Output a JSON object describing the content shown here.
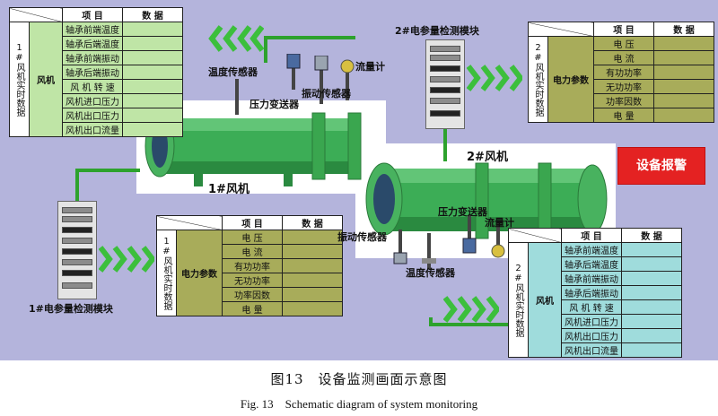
{
  "fan1": {
    "realtime_table": {
      "title": "1#风机实时数据",
      "header": [
        "项 目",
        "数 据"
      ],
      "group": "风机",
      "items": [
        "轴承前端温度",
        "轴承后端温度",
        "轴承前端振动",
        "轴承后端振动",
        "风 机 转 速",
        "风机进口压力",
        "风机出口压力",
        "风机出口流量"
      ]
    },
    "elec_table": {
      "title": "1#风机实时数据",
      "header": [
        "项 目",
        "数 据"
      ],
      "group": "电力参数",
      "items": [
        "电 压",
        "电 流",
        "有功功率",
        "无功功率",
        "功率因数",
        "电 量"
      ]
    },
    "fan_label": "1#风机",
    "module_label": "1#电参量检测模块",
    "sensors": {
      "temp": "温度传感器",
      "pressure": "压力变送器",
      "vibration": "振动传感器",
      "flow": "流量计"
    }
  },
  "fan2": {
    "realtime_table": {
      "title": "2#风机实时数据",
      "header": [
        "项 目",
        "数 据"
      ],
      "group": "风机",
      "items": [
        "轴承前端温度",
        "轴承后端温度",
        "轴承前端振动",
        "轴承后端振动",
        "风 机 转 速",
        "风机进口压力",
        "风机出口压力",
        "风机出口流量"
      ]
    },
    "elec_table": {
      "title": "2#风机实时数据",
      "header": [
        "项 目",
        "数 据"
      ],
      "group": "电力参数",
      "items": [
        "电 压",
        "电 流",
        "有功功率",
        "无功功率",
        "功率因数",
        "电 量"
      ]
    },
    "fan_label": "2#风机",
    "module_label": "2#电参量检测模块",
    "sensors": {
      "temp": "温度传感器",
      "pressure": "压力变送器",
      "vibration": "振动传感器",
      "flow": "流量计"
    }
  },
  "alarm_button": "设备报警",
  "caption": {
    "cn": "图13　设备监测画面示意图",
    "en": "Fig. 13　Schematic diagram of system monitoring"
  },
  "colors": {
    "background": "#b4b4dc",
    "pipe": "#2da22d",
    "alarm": "#e42222",
    "table_green": "#bfe5a6",
    "table_olive": "#a8ac5a",
    "table_cyan": "#9fdcdc"
  },
  "icons": [
    "arrow-chevron-icon",
    "fan-icon",
    "cabinet-icon",
    "sensor-icon"
  ]
}
